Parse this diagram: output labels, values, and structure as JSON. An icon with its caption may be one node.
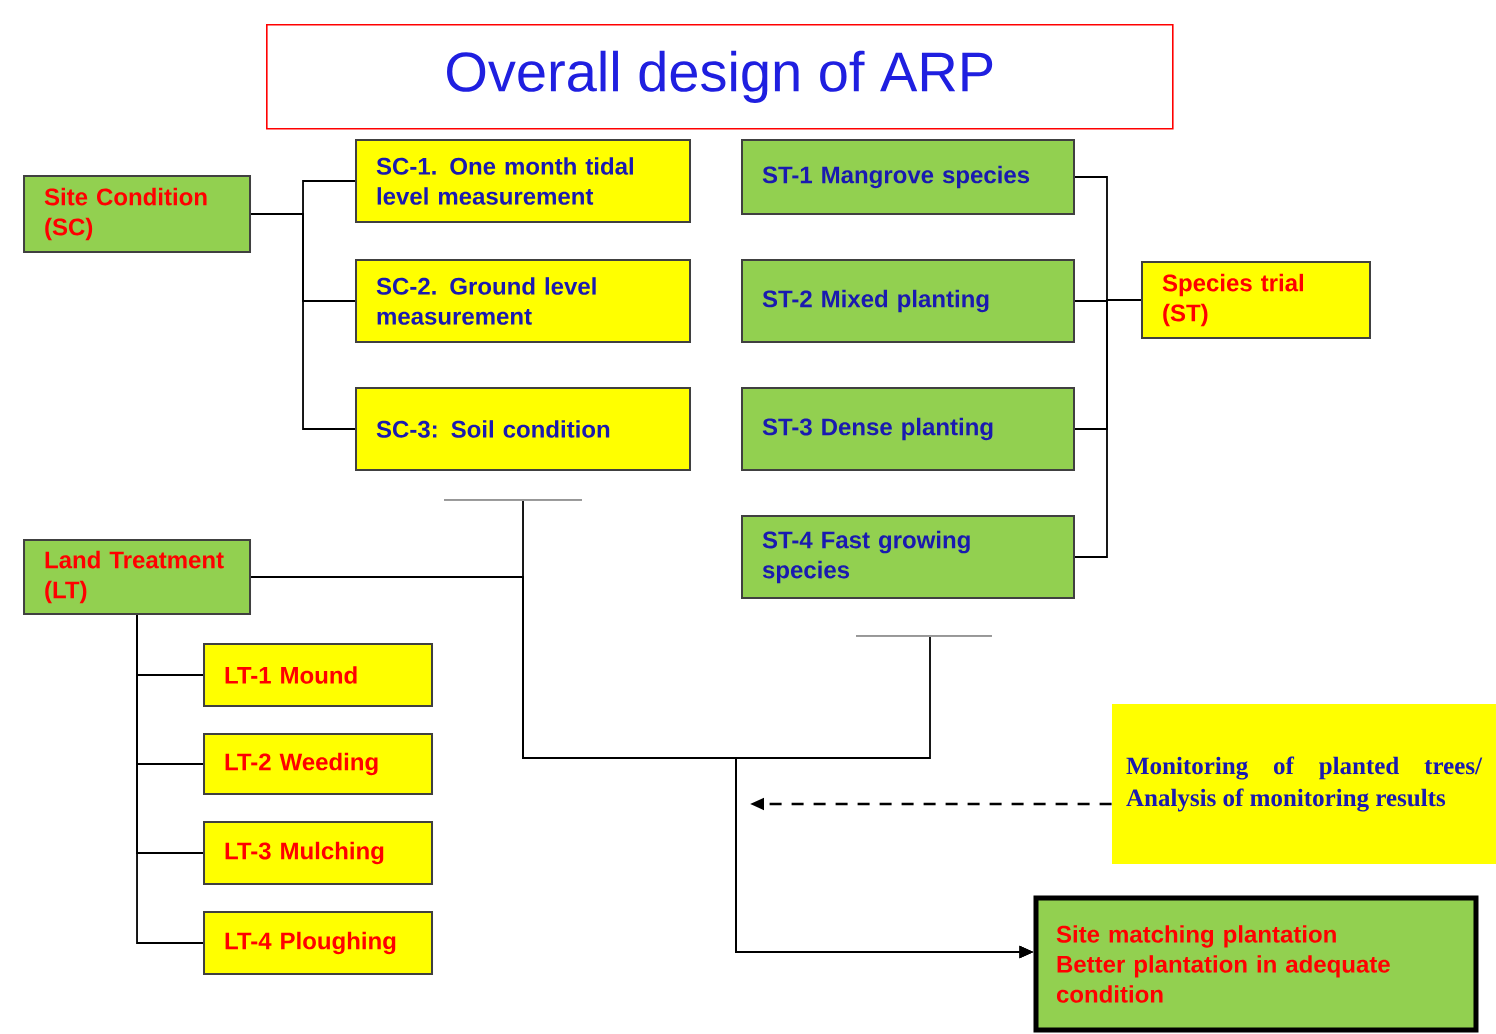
{
  "diagram": {
    "title": "Overall design of ARP",
    "nodes": [
      {
        "text": [
          "Site Condition (SC)"
        ]
      },
      {
        "text": [
          "SC-1. One month tidal level measurement"
        ]
      },
      {
        "text": [
          "SC-2. Ground level measurement"
        ]
      },
      {
        "text": [
          "SC-3: Soil condition"
        ]
      },
      {
        "text": [
          "ST-1 Mangrove species"
        ]
      },
      {
        "text": [
          "ST-2 Mixed planting"
        ]
      },
      {
        "text": [
          "ST-3 Dense planting"
        ]
      },
      {
        "text": [
          "ST-4 Fast growing species"
        ]
      },
      {
        "text": [
          "Species trial (ST)"
        ]
      },
      {
        "text": [
          "Land Treatment (LT)"
        ]
      },
      {
        "text": [
          "LT-1 Mound"
        ]
      },
      {
        "text": [
          "LT-2 Weeding"
        ]
      },
      {
        "text": [
          "LT-3 Mulching"
        ]
      },
      {
        "text": [
          "LT-4 Ploughing"
        ]
      },
      {
        "text": [
          "Monitoring of planted trees/ Analysis of monitoring results"
        ]
      },
      {
        "text": [
          "Site matching plantation",
          "Better plantation in adequate condition"
        ]
      }
    ],
    "edges": [
      {
        "from": 0,
        "to": 1,
        "arrow": "none"
      },
      {
        "from": 0,
        "to": 2,
        "arrow": "none"
      },
      {
        "from": 0,
        "to": 3,
        "arrow": "none"
      },
      {
        "from": 8,
        "to": 4,
        "arrow": "none"
      },
      {
        "from": 8,
        "to": 5,
        "arrow": "none"
      },
      {
        "from": 8,
        "to": 6,
        "arrow": "none"
      },
      {
        "from": 8,
        "to": 7,
        "arrow": "none"
      },
      {
        "from": 9,
        "to": 10,
        "arrow": "none"
      },
      {
        "from": 9,
        "to": 11,
        "arrow": "none"
      },
      {
        "from": 9,
        "to": 12,
        "arrow": "none"
      },
      {
        "from": 9,
        "to": 13,
        "arrow": "none"
      },
      {
        "from": 3,
        "to": 15,
        "arrow": "to"
      },
      {
        "from": 9,
        "to": 15,
        "arrow": "to"
      },
      {
        "from": 7,
        "to": 15,
        "arrow": "to"
      },
      {
        "from": 14,
        "to": null,
        "arrow": "to",
        "style": "dashed"
      }
    ]
  }
}
